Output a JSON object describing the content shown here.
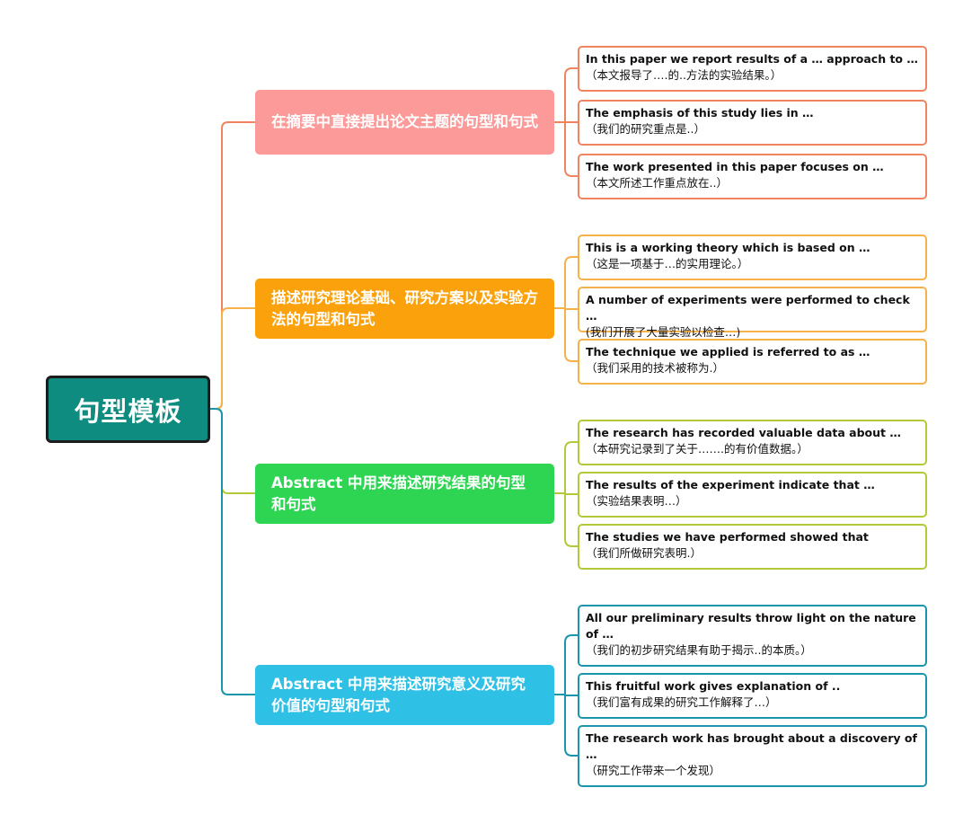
{
  "root": {
    "label": "句型模板"
  },
  "colors": {
    "root_fill": "#0f8c80",
    "branch_0": "#fc9999",
    "branch_1": "#fba10b",
    "branch_2": "#2dd552",
    "branch_3": "#2ec0e5"
  },
  "branches": [
    {
      "label": "在摘要中直接提出论文主题的句型和句式",
      "leaves": [
        {
          "en": "In this paper we report results of a … approach to …",
          "zh": "（本文报导了….的..方法的实验结果。）"
        },
        {
          "en": "The emphasis of this study lies in …",
          "zh": "（我们的研究重点是..）"
        },
        {
          "en": "The work presented in this paper focuses on …",
          "zh": "（本文所述工作重点放在..）"
        }
      ]
    },
    {
      "label": "描述研究理论基础、研究方案以及实验方法的句型和句式",
      "leaves": [
        {
          "en": "This is a working theory which is based on …",
          "zh": "（这是一项基于…的实用理论。）"
        },
        {
          "en": "A number of experiments were performed to check …",
          "zh": "(我们开展了大量实验以检查…)"
        },
        {
          "en": "The technique we applied is referred to as …",
          "zh": "（我们采用的技术被称为.）"
        }
      ]
    },
    {
      "label": "Abstract 中用来描述研究结果的句型和句式",
      "leaves": [
        {
          "en": "The research has recorded valuable data about …",
          "zh": "（本研究记录到了关于…….的有价值数据。）"
        },
        {
          "en": "The results of the experiment indicate that …",
          "zh": "（实验结果表明…）"
        },
        {
          "en": "The studies we have performed showed that",
          "zh": "（我们所做研究表明.）"
        }
      ]
    },
    {
      "label": "Abstract 中用来描述研究意义及研究价值的句型和句式",
      "leaves": [
        {
          "en": "All our preliminary results throw light on the nature of …",
          "zh": "（我们的初步研究结果有助于揭示..的本质。）"
        },
        {
          "en": "This fruitful work gives explanation of ..",
          "zh": "（我们富有成果的研究工作解释了…）"
        },
        {
          "en": "The research work has brought about a discovery of …",
          "zh": "（研究工作带来一个发现）"
        }
      ]
    }
  ]
}
